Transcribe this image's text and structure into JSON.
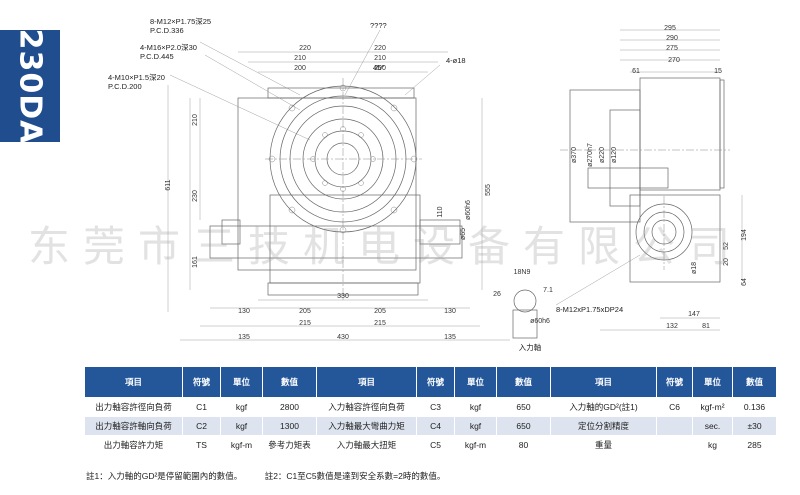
{
  "model": "230DA",
  "watermark": "东莞市三技机电设备有限公司",
  "drawing": {
    "front": {
      "callouts": [
        "8-M12×P1.75深25",
        "P.C.D.336",
        "4-M16×P2.0深30",
        "P.C.D.445",
        "4-M10×P1.5深20",
        "P.C.D.200",
        "????",
        "4-ø18",
        "45°"
      ],
      "top_dims": [
        "220",
        "220",
        "210",
        "210",
        "200",
        "200"
      ],
      "left_dims": [
        "210",
        "230",
        "611",
        "161"
      ],
      "right_dims": [
        "555",
        "110",
        "ø60h6",
        "ø65"
      ],
      "bottom_dims": [
        "26",
        "330",
        "205",
        "205",
        "130",
        "130",
        "215",
        "215",
        "135",
        "135",
        "430"
      ]
    },
    "side": {
      "top_dims": [
        "295",
        "290",
        "275",
        "270",
        "61",
        "15"
      ],
      "diameters": [
        "ø370",
        "ø270h7",
        "ø220",
        "ø120"
      ],
      "right_dims": [
        "194",
        "64",
        "20",
        "ø18",
        "52"
      ],
      "bottom_dims": [
        "147",
        "132",
        "81"
      ],
      "thread_callout": "8-M12xP1.75xDP24"
    },
    "shaft_detail": {
      "dims": [
        "18N9",
        "7.1",
        "ø60h6"
      ],
      "caption": "入力軸"
    }
  },
  "table": {
    "headers": [
      "項目",
      "符號",
      "單位",
      "數值",
      "項目",
      "符號",
      "單位",
      "數值",
      "項目",
      "符號",
      "單位",
      "數值"
    ],
    "rows": [
      [
        "出力軸容許徑向負荷",
        "C1",
        "kgf",
        "2800",
        "入力軸容許徑向負荷",
        "C3",
        "kgf",
        "650",
        "入力軸的GD²(註1)",
        "C6",
        "kgf-m²",
        "0.136"
      ],
      [
        "出力軸容許軸向負荷",
        "C2",
        "kgf",
        "1300",
        "入力軸最大彎曲力矩",
        "C4",
        "kgf",
        "650",
        "定位分割精度",
        "",
        "sec.",
        "±30"
      ],
      [
        "出力軸容許力矩",
        "TS",
        "kgf-m",
        "參考力矩表",
        "入力軸最大扭矩",
        "C5",
        "kgf-m",
        "80",
        "重量",
        "",
        "kg",
        "285"
      ]
    ]
  },
  "notes": [
    "註1：入力軸的GD²是停留範圍內的數值。",
    "註2：C1至C5數值是達到安全系數=2時的數值。"
  ],
  "colors": {
    "accent": "#1f4d8e",
    "header_bg": "#24579a",
    "row_alt": "#dde4ef"
  }
}
